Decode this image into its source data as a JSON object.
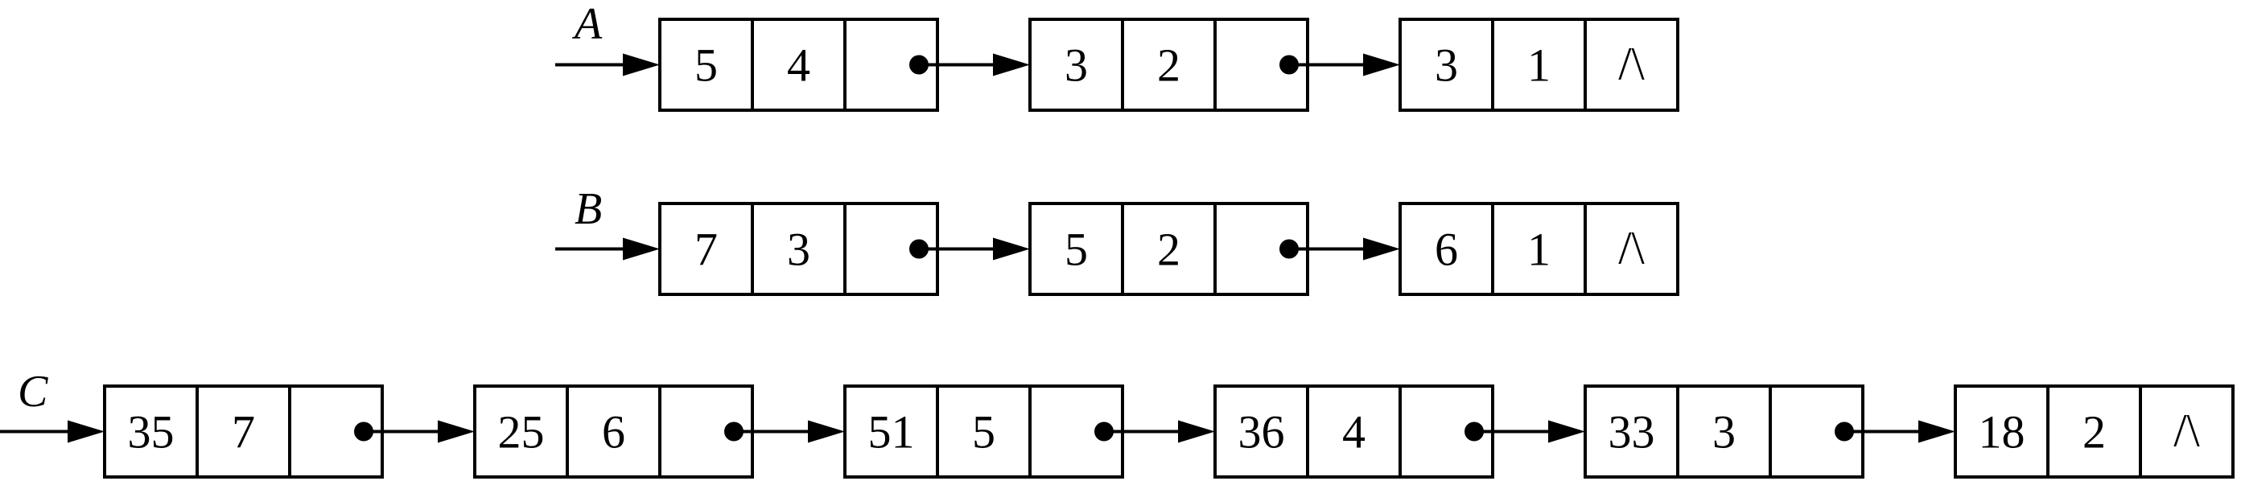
{
  "lists": [
    {
      "name": "A",
      "nodes": [
        {
          "coef": "5",
          "exp": "4"
        },
        {
          "coef": "3",
          "exp": "2"
        },
        {
          "coef": "3",
          "exp": "1"
        }
      ]
    },
    {
      "name": "B",
      "nodes": [
        {
          "coef": "7",
          "exp": "3"
        },
        {
          "coef": "5",
          "exp": "2"
        },
        {
          "coef": "6",
          "exp": "1"
        }
      ]
    },
    {
      "name": "C",
      "nodes": [
        {
          "coef": "35",
          "exp": "7"
        },
        {
          "coef": "25",
          "exp": "6"
        },
        {
          "coef": "51",
          "exp": "5"
        },
        {
          "coef": "36",
          "exp": "4"
        },
        {
          "coef": "33",
          "exp": "3"
        },
        {
          "coef": "18",
          "exp": "2"
        }
      ]
    }
  ],
  "null_symbol": "/\\"
}
